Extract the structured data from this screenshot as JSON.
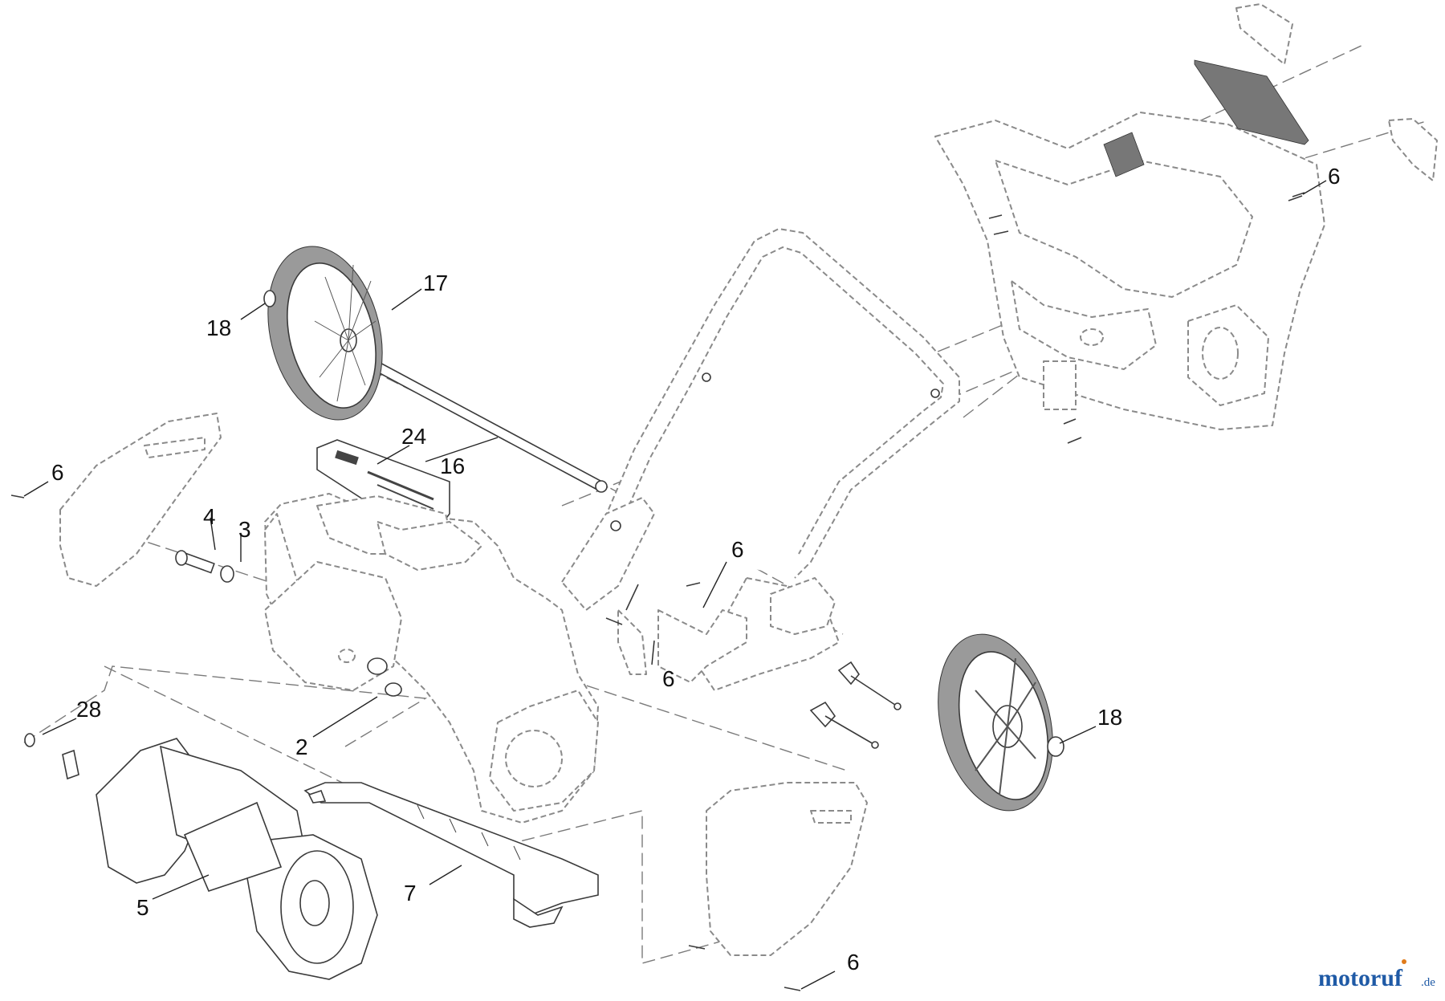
{
  "callouts": [
    {
      "id": "c6a",
      "label": "6"
    },
    {
      "id": "c17",
      "label": "17"
    },
    {
      "id": "c18a",
      "label": "18"
    },
    {
      "id": "c24",
      "label": "24"
    },
    {
      "id": "c16",
      "label": "16"
    },
    {
      "id": "c6b",
      "label": "6"
    },
    {
      "id": "c4",
      "label": "4"
    },
    {
      "id": "c3",
      "label": "3"
    },
    {
      "id": "c6c",
      "label": "6"
    },
    {
      "id": "c6d",
      "label": "6"
    },
    {
      "id": "c28",
      "label": "28"
    },
    {
      "id": "c2",
      "label": "2"
    },
    {
      "id": "c18b",
      "label": "18"
    },
    {
      "id": "c5",
      "label": "5"
    },
    {
      "id": "c7",
      "label": "7"
    },
    {
      "id": "c6e",
      "label": "6"
    }
  ],
  "watermark": {
    "brand": "motoruf",
    "tld": ".de"
  },
  "colors": {
    "line": "#3a3a3a",
    "phantom": "#8a8a8a",
    "watermark_blue": "#1f5aa6",
    "watermark_orange": "#e07b1a"
  }
}
